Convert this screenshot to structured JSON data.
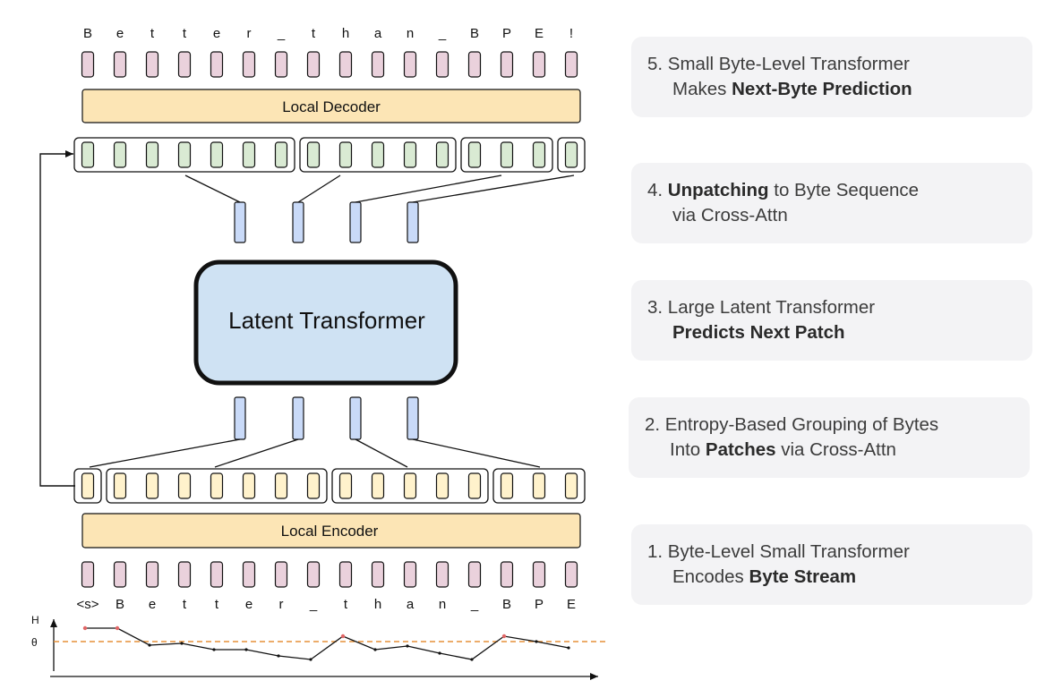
{
  "diagram": {
    "output_bytes": [
      "B",
      "e",
      "t",
      "t",
      "e",
      "r",
      "_",
      "t",
      "h",
      "a",
      "n",
      "_",
      "B",
      "P",
      "E",
      "!"
    ],
    "input_bytes": [
      "<s>",
      "B",
      "e",
      "t",
      "t",
      "e",
      "r",
      "_",
      "t",
      "h",
      "a",
      "n",
      "_",
      "B",
      "P",
      "E"
    ],
    "local_decoder_label": "Local Decoder",
    "local_encoder_label": "Local Encoder",
    "latent_transformer_label": "Latent Transformer",
    "entropy_axis_label": "H",
    "threshold_label": "θ",
    "colors": {
      "output_byte": "#ead1dc",
      "decoder_hidden": "#d9ead3",
      "encoder_hidden": "#fff2cc",
      "patch": "#c9daf8",
      "latent_fill": "#cfe2f3",
      "local_module": "#fce5b5",
      "threshold": "#e69138",
      "high_entropy_point": "#e06666"
    }
  },
  "steps": [
    {
      "number": "5.",
      "line1_pre": "Small Byte-Level Transformer",
      "line2_pre": "Makes ",
      "line2_bold": "Next-Byte Prediction",
      "line2_post": ""
    },
    {
      "number": "4.",
      "line1_pre": "",
      "line1_bold": "Unpatching",
      "line1_post": " to Byte Sequence",
      "line2_pre": "via Cross-Attn"
    },
    {
      "number": "3.",
      "line1_pre": "Large Latent Transformer",
      "line2_pre": "",
      "line2_bold": "Predicts Next Patch",
      "line2_post": ""
    },
    {
      "number": "2.",
      "line1_pre": "Entropy-Based Grouping of Bytes",
      "line2_pre": "Into ",
      "line2_bold": "Patches",
      "line2_post": " via Cross-Attn"
    },
    {
      "number": "1.",
      "line1_pre": "Byte-Level Small Transformer",
      "line2_pre": "Encodes ",
      "line2_bold": "Byte Stream",
      "line2_post": ""
    }
  ]
}
